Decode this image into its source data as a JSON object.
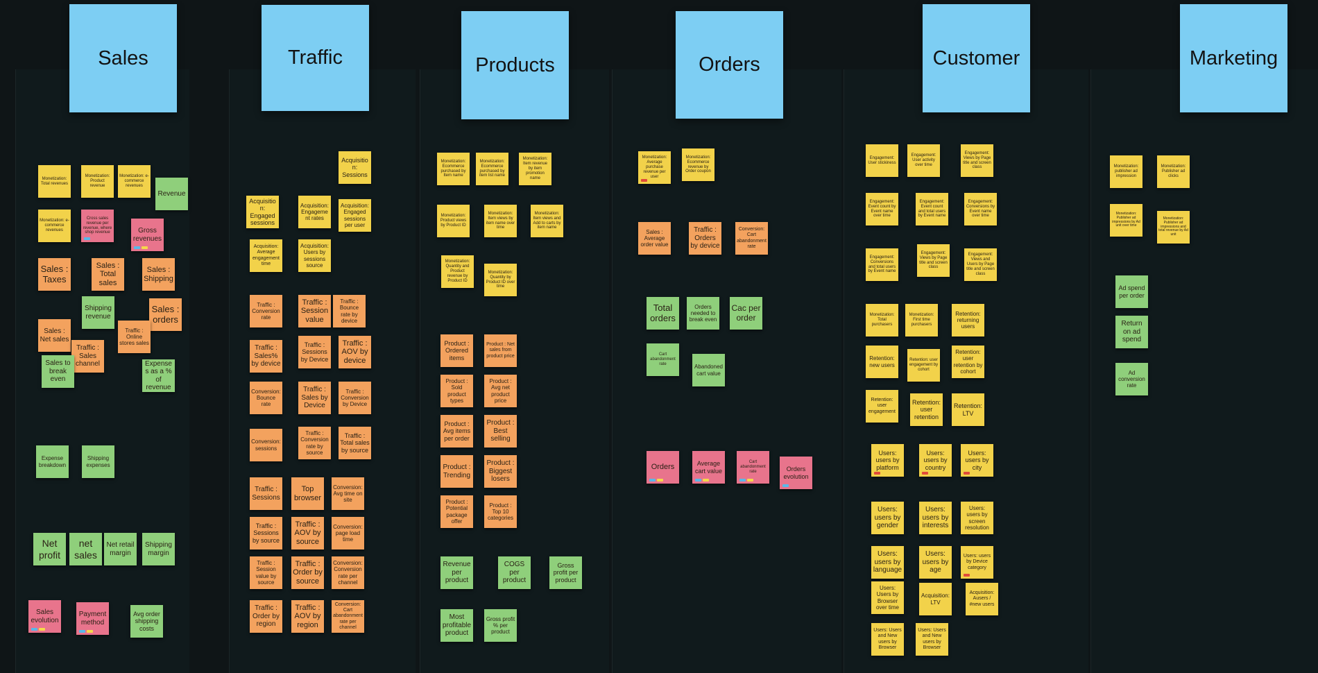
{
  "headers": [
    "Sales",
    "Traffic",
    "Products",
    "Orders",
    "Customer",
    "Marketing"
  ],
  "colors": {
    "background": "#0f1517",
    "lane": "#101a1c",
    "header": "#7dcef3",
    "yellow": "#f2d24a",
    "orange": "#f3a25e",
    "green": "#8fcf7b",
    "pink": "#e8748c",
    "tag_red": "#e04b3a",
    "tag_blue": "#5ab8e8",
    "tag_yellow": "#f5d84b"
  },
  "notes": {
    "sales": [
      "Monetization: Total revenues",
      "Monetization: Product revenue",
      "Monetization: e-commerce revenues",
      "Revenue",
      "Monetization: e-commerce revenues",
      "Cross sales revenue per revenue, where shop revenue",
      "Gross revenues",
      "Sales : Taxes",
      "Sales : Total sales",
      "Sales : Shipping",
      "Shipping revenue",
      "Sales : orders",
      "Sales : Net sales",
      "Traffic : Online stores sales",
      "Traffic : Sales channel",
      "Sales to break even",
      "Expenses as a % of revenue",
      "Expense breakdown",
      "Shipping expenses",
      "Net profit",
      "net sales",
      "Net retail margin",
      "Shipping margin",
      "Sales evolution",
      "Payment method",
      "Avg order shipping costs"
    ],
    "traffic": [
      "Acquisition: Sessions",
      "Acquisition: Engaged sessions",
      "Acquisition: Engagement rates",
      "Acquisition: Engaged sessions per user",
      "Acquisition: Average engagement time",
      "Acquisition: Users by sessions source",
      "Traffic : Conversion rate",
      "Traffic : Session value",
      "Traffic : Bounce rate by device",
      "Traffic : Sales% by device",
      "Traffic : Sessions by Device",
      "Traffic : AOV by device",
      "Conversion: Bounce rate",
      "Traffic : Sales by Device",
      "Traffic : Conversion by Device",
      "Conversion: sessions",
      "Traffic : Conversion rate by source",
      "Traffic : Total sales by source",
      "Traffic : Sessions",
      "Top browser",
      "Conversion: Avg time on site",
      "Traffic : Sessions by source",
      "Traffic : AOV by source",
      "Conversion: page load time",
      "Traffic : Session value by source",
      "Traffic : Order by source",
      "Conversion: Conversion rate per channel",
      "Traffic : Order by region",
      "Traffic : AOV by region",
      "Conversion: Cart abandonment rate per channel"
    ],
    "products": [
      "Monetization: Ecommerce purchased by Item name",
      "Monetization: Ecommerce purchased by item list name",
      "Monetization: Item revenue by item promotion name",
      "Monetization: Product views by Product ID",
      "Monetization: Item views by item name over time",
      "Monetization: Item views and Add to carts by item name",
      "Monetization: Quantity and Product revenue by Product ID",
      "Monetization: Quantity by Product ID over time",
      "Product : Ordered items",
      "Product : Net sales from product price",
      "Product : Sold product types",
      "Product : Avg net product price",
      "Product : Avg items per order",
      "Product : Best selling",
      "Product : Trending",
      "Product : Biggest losers",
      "Product : Potential package offer",
      "Product : Top 10 categories",
      "Revenue per product",
      "COGS per product",
      "Gross profit per product",
      "Most profitable product",
      "Gross profit % per product"
    ],
    "orders": [
      "Monetization: Average purchase revenue per user",
      "Monetization: Ecommerce revenue by Order coupon",
      "Sales : Average order value",
      "Traffic : Orders by device",
      "Conversion: Cart abandonment rate",
      "Total orders",
      "Orders needed to break even",
      "Cac per order",
      "Cart abandonment rate",
      "Abandoned cart value",
      "Orders",
      "Average cart value",
      "Cart abandonment rate",
      "Orders evolution"
    ],
    "customer": [
      "Engagement: User stickiness",
      "Engagement: User activity over time",
      "Engagement: Views by Page title and screen class",
      "Engagement: Event count by Event name over time",
      "Engagement: Event count and total users by Event name",
      "Engagement: Conversions by Event name over time",
      "Engagement: Conversions and total users by Event name",
      "Engagement: Views by Page title and screen class",
      "Engagement: Views and Users by Page title and screen class",
      "Monetization: Total purchasers",
      "Monetization: First time purchasers",
      "Retention: returning users",
      "Retention: new users",
      "Retention: user engagement by cohort",
      "Retention: user retention by cohort",
      "Retention: user engagement",
      "Retention: user retention",
      "Retention: LTV",
      "Users: users by platform",
      "Users: users by country",
      "Users: users by city",
      "Users: users by gender",
      "Users: users by interests",
      "Users: users by screen resolution",
      "Users: users by language",
      "Users: users by age",
      "Users: users by Device category",
      "Users: Users by Browser over time",
      "Acquisition: LTV",
      "Acquisition: Ausers / #new users",
      "Users: Users and New users by Browser",
      "Users: Users and New users by Browser"
    ],
    "marketing": [
      "Monetization: publisher ad impression",
      "Monetization: Publisher ad clicks",
      "Monetization: Publisher ad impressions by Ad unit over time",
      "Monetization: Publisher ad impressions and total revenue by Ad unit",
      "Ad spend per order",
      "Return on ad spend",
      "Ad conversion rate"
    ]
  }
}
